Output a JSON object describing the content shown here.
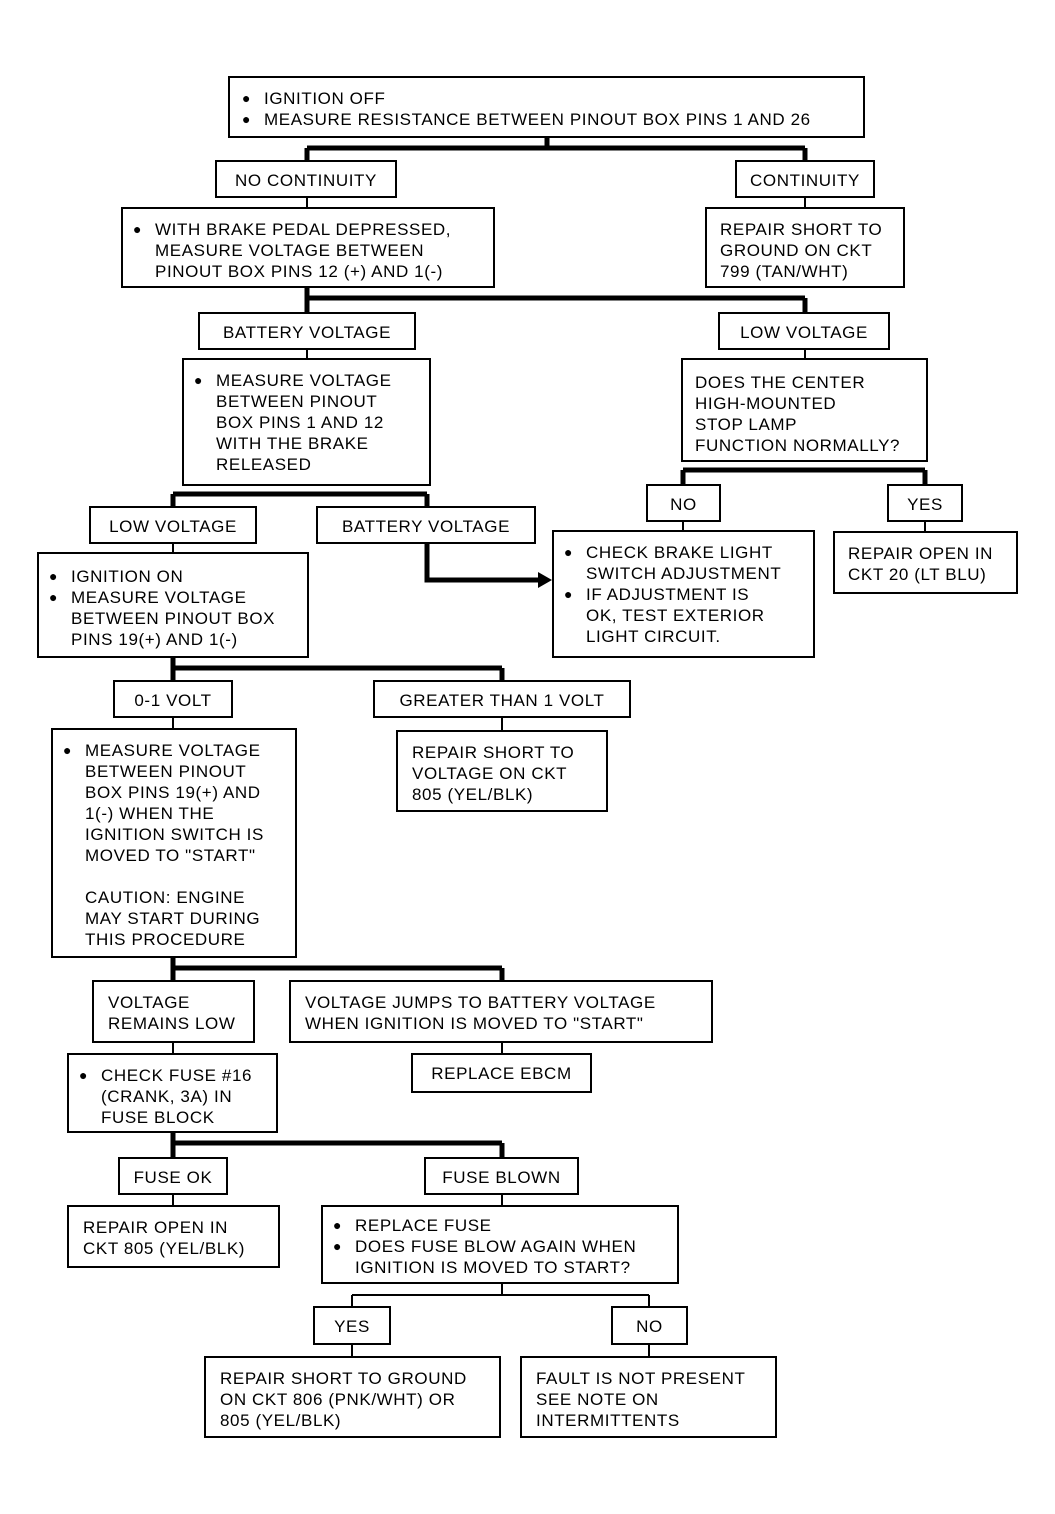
{
  "nodes": {
    "start": [
      "IGNITION OFF",
      "MEASURE RESISTANCE BETWEEN PINOUT BOX PINS 1 AND 26"
    ],
    "no_continuity": "NO CONTINUITY",
    "continuity": "CONTINUITY",
    "brake_depressed": [
      "WITH BRAKE PEDAL DEPRESSED,\nMEASURE VOLTAGE BETWEEN\nPINOUT BOX PINS 12 (+) AND 1(-)"
    ],
    "repair_short_799": "REPAIR SHORT TO\nGROUND ON CKT\n799 (TAN/WHT)",
    "battery_voltage_1": "BATTERY VOLTAGE",
    "low_voltage_1": "LOW VOLTAGE",
    "brake_released": [
      "MEASURE VOLTAGE\nBETWEEN PINOUT\nBOX PINS 1 AND 12\nWITH THE BRAKE\nRELEASED"
    ],
    "chmsl_question": "DOES THE CENTER\nHIGH-MOUNTED\nSTOP LAMP\nFUNCTION NORMALLY?",
    "low_voltage_2": "LOW VOLTAGE",
    "battery_voltage_2": "BATTERY VOLTAGE",
    "no_1": "NO",
    "yes_1": "YES",
    "ignition_on": [
      "IGNITION ON",
      "MEASURE VOLTAGE\nBETWEEN PINOUT BOX\nPINS 19(+) AND 1(-)"
    ],
    "check_brake_switch": [
      "CHECK BRAKE LIGHT\nSWITCH ADJUSTMENT",
      "IF ADJUSTMENT IS\nOK, TEST EXTERIOR\nLIGHT CIRCUIT."
    ],
    "repair_open_20": "REPAIR OPEN IN\nCKT 20 (LT BLU)",
    "zero_one_volt": "0-1 VOLT",
    "greater_one_volt": "GREATER THAN 1 VOLT",
    "measure_start": [
      "MEASURE VOLTAGE\nBETWEEN PINOUT\nBOX PINS 19(+) AND\n1(-) WHEN THE\nIGNITION SWITCH IS\nMOVED TO \"START\""
    ],
    "caution": "CAUTION: ENGINE\nMAY START DURING\nTHIS PROCEDURE",
    "repair_short_805": "REPAIR SHORT TO\nVOLTAGE ON CKT\n805 (YEL/BLK)",
    "voltage_remains_low": "VOLTAGE\nREMAINS LOW",
    "voltage_jumps": "VOLTAGE JUMPS TO BATTERY VOLTAGE\nWHEN IGNITION IS MOVED TO \"START\"",
    "check_fuse": [
      "CHECK FUSE #16\n(CRANK, 3A) IN\nFUSE BLOCK"
    ],
    "replace_ebcm": "REPLACE EBCM",
    "fuse_ok": "FUSE OK",
    "fuse_blown": "FUSE BLOWN",
    "repair_open_805": "REPAIR OPEN IN\nCKT 805 (YEL/BLK)",
    "replace_fuse": [
      "REPLACE FUSE",
      "DOES FUSE BLOW AGAIN WHEN\nIGNITION IS MOVED TO START?"
    ],
    "yes_2": "YES",
    "no_2": "NO",
    "repair_short_806": "REPAIR SHORT TO GROUND\nON CKT 806 (PNK/WHT) OR\n805 (YEL/BLK)",
    "fault_not_present": "FAULT IS NOT PRESENT\nSEE NOTE ON\nINTERMITTENTS"
  },
  "bullet_glyph": "●"
}
